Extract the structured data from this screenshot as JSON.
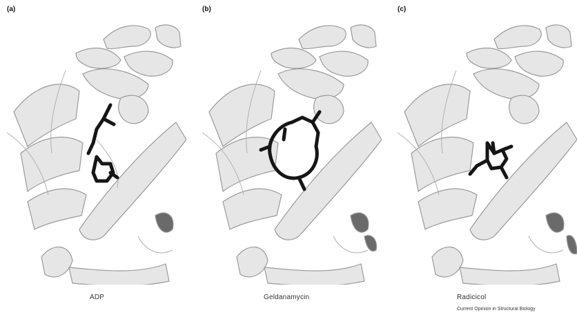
{
  "panels": [
    {
      "letter": "(a)",
      "caption": "ADP"
    },
    {
      "letter": "(b)",
      "caption": "Geldanamycin"
    },
    {
      "letter": "(c)",
      "caption": "Radicicol"
    }
  ],
  "footer": {
    "credit": "Current Opinion in Structural Biology"
  },
  "colors": {
    "background": "#ffffff",
    "protein_ribbon": "#e4e4e4",
    "protein_outline": "#9a9a9a",
    "ligand": "#1a1a1a"
  },
  "icons": {
    "structure": "protein-ribbon-structure",
    "ligand": "ligand-stick-model"
  }
}
